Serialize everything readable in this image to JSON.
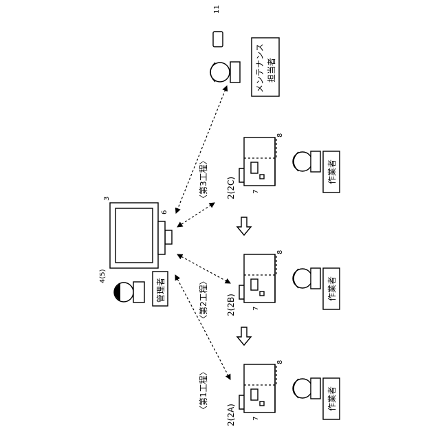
{
  "labels": {
    "step1": "〈第1工程〉",
    "step2": "〈第2工程〉",
    "step3": "〈第3工程〉",
    "machine_a": "2(2A)",
    "machine_b": "2(2B)",
    "machine_c": "2(2C)",
    "worker": "作業者",
    "manager": "管理者",
    "maintenance_line1": "メンテナンス",
    "maintenance_line2": "担当者",
    "ref_7": "7",
    "ref_8": "8",
    "ref_3": "3",
    "ref_4_5": "4(5)",
    "ref_6": "6",
    "ref_11": "11"
  }
}
